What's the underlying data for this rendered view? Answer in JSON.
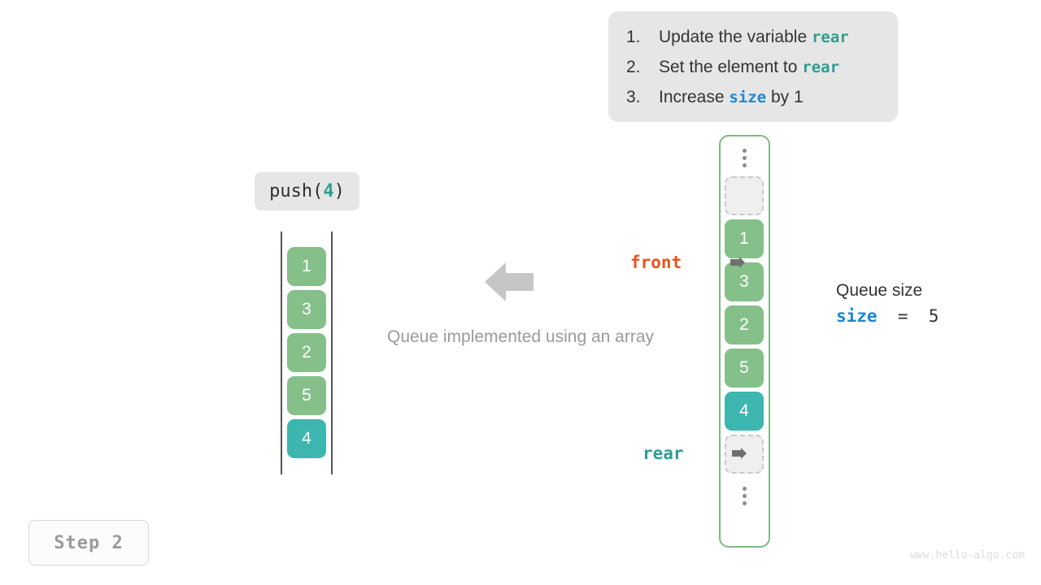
{
  "instructions": {
    "items": [
      {
        "num": "1.",
        "pre": "Update the variable ",
        "code": "rear",
        "code_style": "teal",
        "post": ""
      },
      {
        "num": "2.",
        "pre": "Set the element to ",
        "code": "rear",
        "code_style": "teal",
        "post": ""
      },
      {
        "num": "3.",
        "pre": "Increase ",
        "code": "size",
        "code_style": "blue",
        "post": " by 1"
      }
    ]
  },
  "operation": {
    "name": "push(",
    "arg": "4",
    "close": ")"
  },
  "caption": "Queue implemented using an array",
  "logical_array": {
    "cells": [
      {
        "value": "1",
        "style": "green"
      },
      {
        "value": "3",
        "style": "green"
      },
      {
        "value": "2",
        "style": "green"
      },
      {
        "value": "5",
        "style": "green"
      },
      {
        "value": "4",
        "style": "teal"
      }
    ]
  },
  "physical_array": {
    "cells": [
      {
        "value": "",
        "style": "dots"
      },
      {
        "value": "",
        "style": "empty"
      },
      {
        "value": "1",
        "style": "green"
      },
      {
        "value": "3",
        "style": "green"
      },
      {
        "value": "2",
        "style": "green"
      },
      {
        "value": "5",
        "style": "green"
      },
      {
        "value": "4",
        "style": "teal"
      },
      {
        "value": "",
        "style": "empty"
      },
      {
        "value": "",
        "style": "dots"
      }
    ]
  },
  "pointers": {
    "front": {
      "label": "front",
      "color": "#e8541e"
    },
    "rear": {
      "label": "rear",
      "color": "#2e9e8f"
    }
  },
  "queue_size": {
    "title": "Queue size",
    "var": "size",
    "equals": "  =  ",
    "value": "5"
  },
  "step": {
    "label": "Step 2"
  },
  "watermark": "www.hello-algo.com",
  "colors": {
    "green": "#85c08a",
    "teal": "#3eb6b0",
    "blue": "#1c87d4",
    "orange": "#e8541e",
    "panel_bg": "#e6e6e6",
    "container_border": "#7cbb80",
    "empty_fill": "#efefef",
    "arrow_gray": "#c6c6c6"
  }
}
